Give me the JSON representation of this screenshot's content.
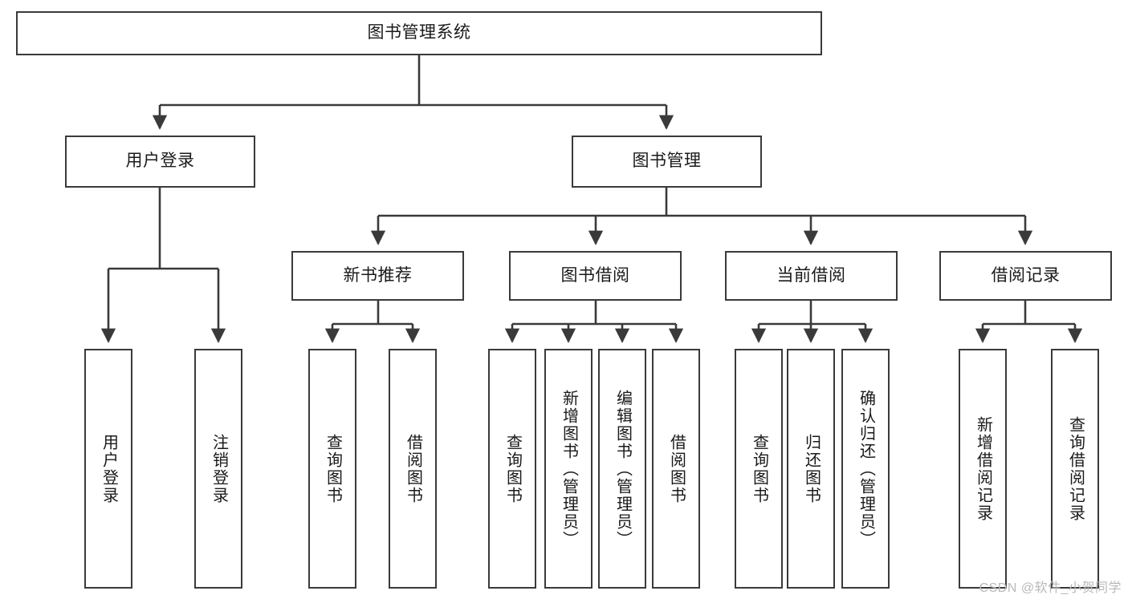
{
  "diagram": {
    "title": "图书管理系统",
    "type": "tree-hierarchy",
    "root": {
      "label": "图书管理系统"
    },
    "level2": [
      {
        "label": "用户登录"
      },
      {
        "label": "图书管理"
      }
    ],
    "level3": [
      {
        "label": "新书推荐"
      },
      {
        "label": "图书借阅"
      },
      {
        "label": "当前借阅"
      },
      {
        "label": "借阅记录"
      }
    ],
    "leaves": {
      "user_login": [
        {
          "label": "用户登录"
        },
        {
          "label": "注销登录"
        }
      ],
      "new_book_recommend": [
        {
          "label": "查询图书"
        },
        {
          "label": "借阅图书"
        }
      ],
      "book_borrow": [
        {
          "label": "查询图书"
        },
        {
          "label": "新增图书（管理员）"
        },
        {
          "label": "编辑图书（管理员）"
        },
        {
          "label": "借阅图书"
        }
      ],
      "current_borrow": [
        {
          "label": "查询图书"
        },
        {
          "label": "归还图书"
        },
        {
          "label": "确认归还（管理员）"
        }
      ],
      "borrow_record": [
        {
          "label": "新增借阅记录"
        },
        {
          "label": "查询借阅记录"
        }
      ]
    }
  },
  "watermark": {
    "text": "CSDN @软件_小贺同学"
  },
  "colors": {
    "border": "#3a3a3a",
    "background": "#ffffff",
    "text": "#1a1a1a",
    "edge": "#3a3a3a",
    "watermark": "#b9b9b9"
  }
}
